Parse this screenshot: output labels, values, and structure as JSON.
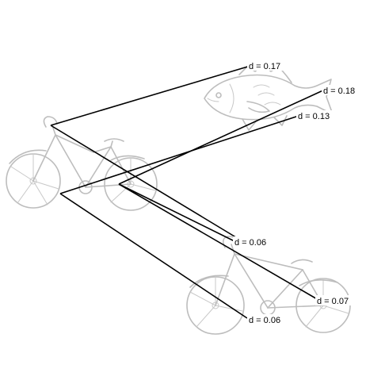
{
  "diagram": {
    "images": [
      {
        "id": "bicycle_left",
        "kind": "bicycle"
      },
      {
        "id": "fish",
        "kind": "fish"
      },
      {
        "id": "bicycle_right",
        "kind": "bicycle"
      }
    ],
    "matches": [
      {
        "label": "d = 0.17"
      },
      {
        "label": "d = 0.18"
      },
      {
        "label": "d = 0.13"
      },
      {
        "label": "d = 0.06"
      },
      {
        "label": "d = 0.07"
      },
      {
        "label": "d = 0.06"
      }
    ]
  }
}
